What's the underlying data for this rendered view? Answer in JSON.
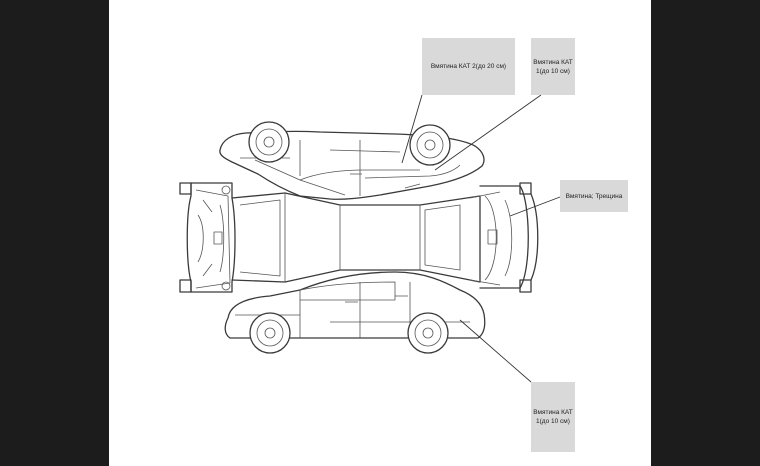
{
  "callouts": [
    {
      "id": "roof-left",
      "text": "Вмятина КАТ 2(до 20 см)"
    },
    {
      "id": "rear-door-left",
      "text": "Вмятина КАТ 1(до 10 см)"
    },
    {
      "id": "rear-bumper",
      "text": "Вмятина; Трещина"
    },
    {
      "id": "rear-door-right",
      "text": "Вмятина КАТ 1(до 10 см)"
    }
  ]
}
